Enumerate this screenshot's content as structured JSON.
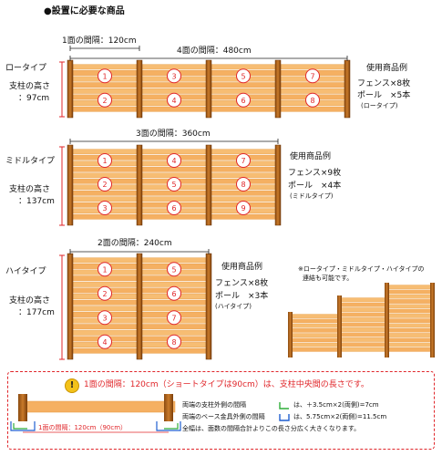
{
  "header": {
    "title": "●設置に必要な商品"
  },
  "low": {
    "label": "ロータイプ",
    "height_label": "支柱の高さ",
    "height_value": "：97cm",
    "span_one": "1面の間隔：120cm",
    "span_total": "4面の間隔：480cm",
    "usage_title": "使用商品例",
    "usage_fence": "フェンス×8枚",
    "usage_pole": "ポール　×5本",
    "usage_pole_type": "(ロータイプ)",
    "numbers": [
      "1",
      "2",
      "3",
      "4",
      "5",
      "6",
      "7",
      "8"
    ]
  },
  "middle": {
    "label": "ミドルタイプ",
    "height_label": "支柱の高さ",
    "height_value": "：137cm",
    "span_total": "3面の間隔：360cm",
    "usage_title": "使用商品例",
    "usage_fence": "フェンス×9枚",
    "usage_pole": "ポール　×4本",
    "usage_pole_type": "(ミドルタイプ)",
    "numbers": [
      "1",
      "2",
      "3",
      "4",
      "5",
      "6",
      "7",
      "8",
      "9"
    ]
  },
  "high": {
    "label": "ハイタイプ",
    "height_label": "支柱の高さ",
    "height_value": "：177cm",
    "span_total": "2面の間隔：240cm",
    "usage_title": "使用商品例",
    "usage_fence": "フェンス×8枚",
    "usage_pole": "ポール　×3本",
    "usage_pole_type": "(ハイタイプ)",
    "numbers": [
      "1",
      "2",
      "3",
      "4",
      "5",
      "6",
      "7",
      "8"
    ]
  },
  "combo_note": {
    "line1": "※ロータイプ・ミドルタイプ・ハイタイプの",
    "line2": "連結も可能です。"
  },
  "bottom_note": {
    "headline": "1面の間隔：120cm（ショートタイプは90cm）は、支柱中央間の長さです。",
    "span_label": "1面の間隔：120cm（90cm）",
    "outer_label": "両端の支柱外側の間隔",
    "outer_formula": "は、＋3.5cm×2(両側)=7cm",
    "base_label": "両端のベース金具外側の間隔",
    "base_formula": "は、5.75cm×2(両側)=11.5cm",
    "total_line": "全幅は、面数の間隔合計よりこの長さ分広く大きくなります。"
  }
}
